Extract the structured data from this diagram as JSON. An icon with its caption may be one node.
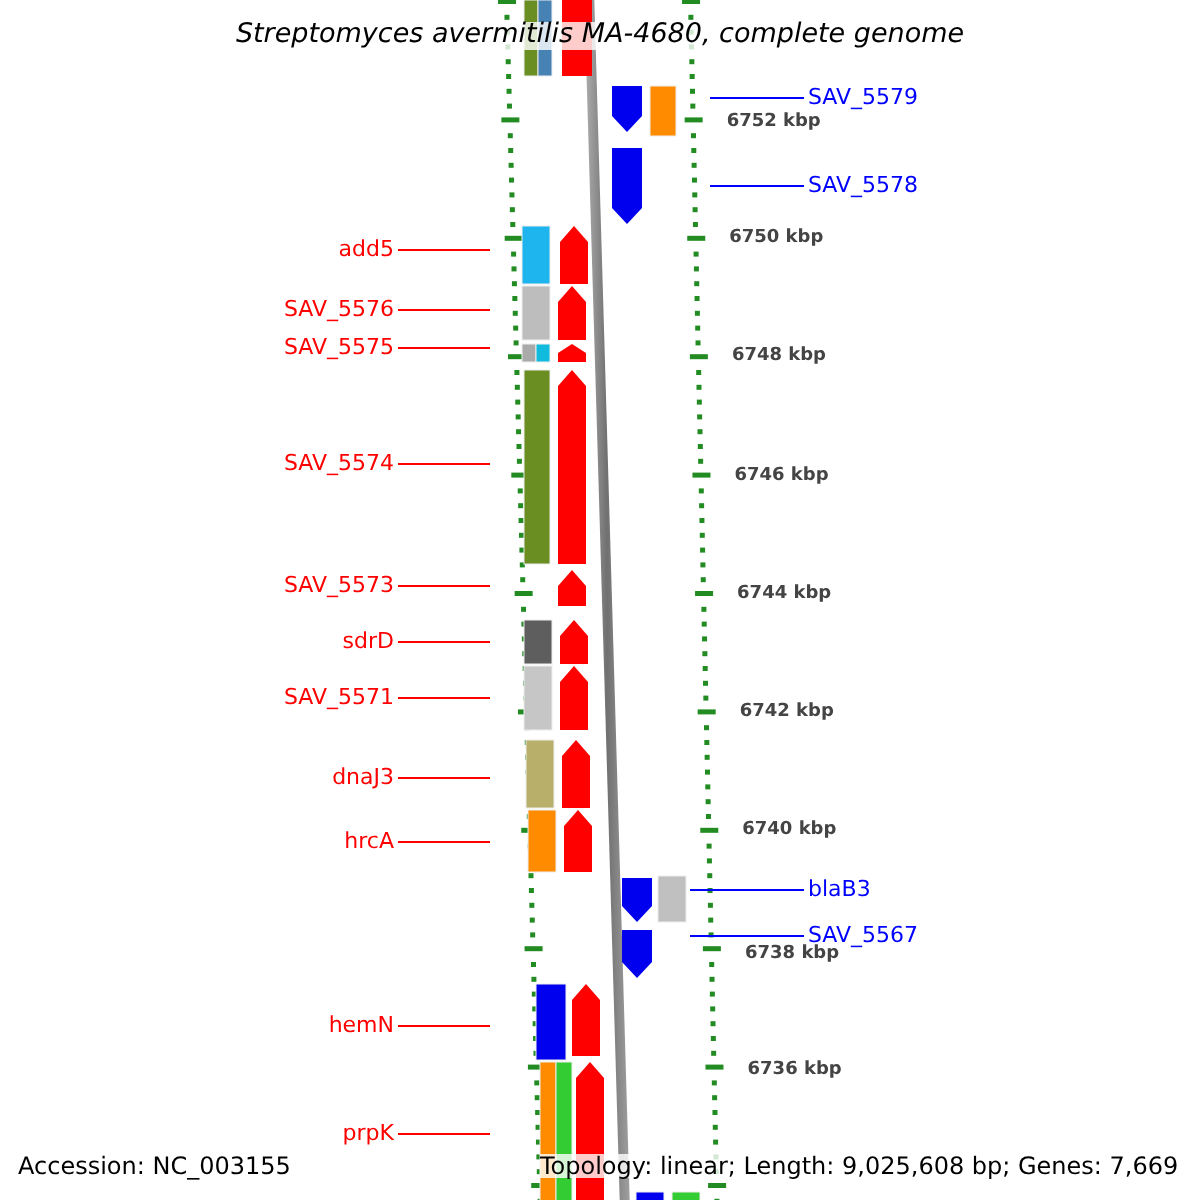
{
  "diagram": {
    "title": "Streptomyces avermitilis MA-4680, complete genome",
    "nodes": [
      {
        "text": [
          "SAV_5579"
        ]
      },
      {
        "text": [
          "SAV_5578"
        ]
      },
      {
        "text": [
          "add5"
        ]
      },
      {
        "text": [
          "SAV_5576"
        ]
      },
      {
        "text": [
          "SAV_5575"
        ]
      },
      {
        "text": [
          "SAV_5574"
        ]
      },
      {
        "text": [
          "SAV_5573"
        ]
      },
      {
        "text": [
          "sdrD"
        ]
      },
      {
        "text": [
          "SAV_5571"
        ]
      },
      {
        "text": [
          "dnaJ3"
        ]
      },
      {
        "text": [
          "hrcA"
        ]
      },
      {
        "text": [
          "blaB3"
        ]
      },
      {
        "text": [
          "SAV_5567"
        ]
      },
      {
        "text": [
          "hemN"
        ]
      },
      {
        "text": [
          "prpK"
        ]
      }
    ],
    "edges": [
      {
        "from": 0,
        "to": null,
        "arrow": "none",
        "color": "#0000ff"
      },
      {
        "from": 1,
        "to": null,
        "arrow": "none",
        "color": "#0000ff"
      },
      {
        "from": 2,
        "to": null,
        "arrow": "none"
      },
      {
        "from": 3,
        "to": null,
        "arrow": "none"
      },
      {
        "from": 4,
        "to": null,
        "arrow": "none"
      },
      {
        "from": 5,
        "to": null,
        "arrow": "none"
      },
      {
        "from": 6,
        "to": null,
        "arrow": "none"
      },
      {
        "from": 7,
        "to": null,
        "arrow": "none"
      },
      {
        "from": 8,
        "to": null,
        "arrow": "none"
      },
      {
        "from": 9,
        "to": null,
        "arrow": "none"
      },
      {
        "from": 10,
        "to": null,
        "arrow": "none"
      },
      {
        "from": 11,
        "to": null,
        "arrow": "none",
        "color": "#0000ff"
      },
      {
        "from": 12,
        "to": null,
        "arrow": "none",
        "color": "#0000ff"
      },
      {
        "from": 13,
        "to": null,
        "arrow": "none"
      },
      {
        "from": 14,
        "to": null,
        "arrow": "none"
      }
    ],
    "labels": [
      "6752 kbp",
      "6750 kbp",
      "6748 kbp",
      "6746 kbp",
      "6744 kbp",
      "6742 kbp",
      "6740 kbp",
      "6738 kbp",
      "6736 kbp",
      "Accession: NC_003155",
      "Topology: linear; Length: 9,025,608 bp; Genes: 7,669"
    ]
  }
}
